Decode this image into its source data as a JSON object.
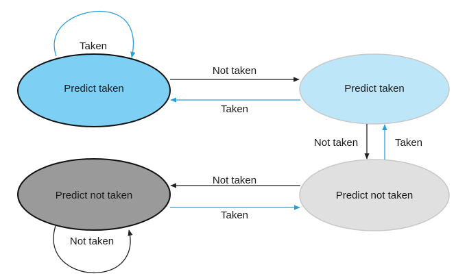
{
  "colors": {
    "strongly_taken": "#7ecff4",
    "weakly_taken": "#bde6f8",
    "weakly_not_taken": "#e0e0e0",
    "strongly_not_taken": "#9a9a9a",
    "black_arrow": "#222222",
    "blue_arrow": "#2a9fd8"
  },
  "states": {
    "strong_taken": {
      "label": "Predict taken"
    },
    "weak_taken": {
      "label": "Predict taken"
    },
    "weak_not_taken": {
      "label": "Predict not taken"
    },
    "strong_not_taken": {
      "label": "Predict not taken"
    }
  },
  "transitions": {
    "st_self_taken": "Taken",
    "st_to_wt_not_taken": "Not taken",
    "wt_to_st_taken": "Taken",
    "wt_to_wnt_not_taken": "Not taken",
    "wnt_to_wt_taken": "Taken",
    "wnt_to_snt_not_taken": "Not taken",
    "snt_to_wnt_taken": "Taken",
    "snt_self_not_taken": "Not taken"
  }
}
